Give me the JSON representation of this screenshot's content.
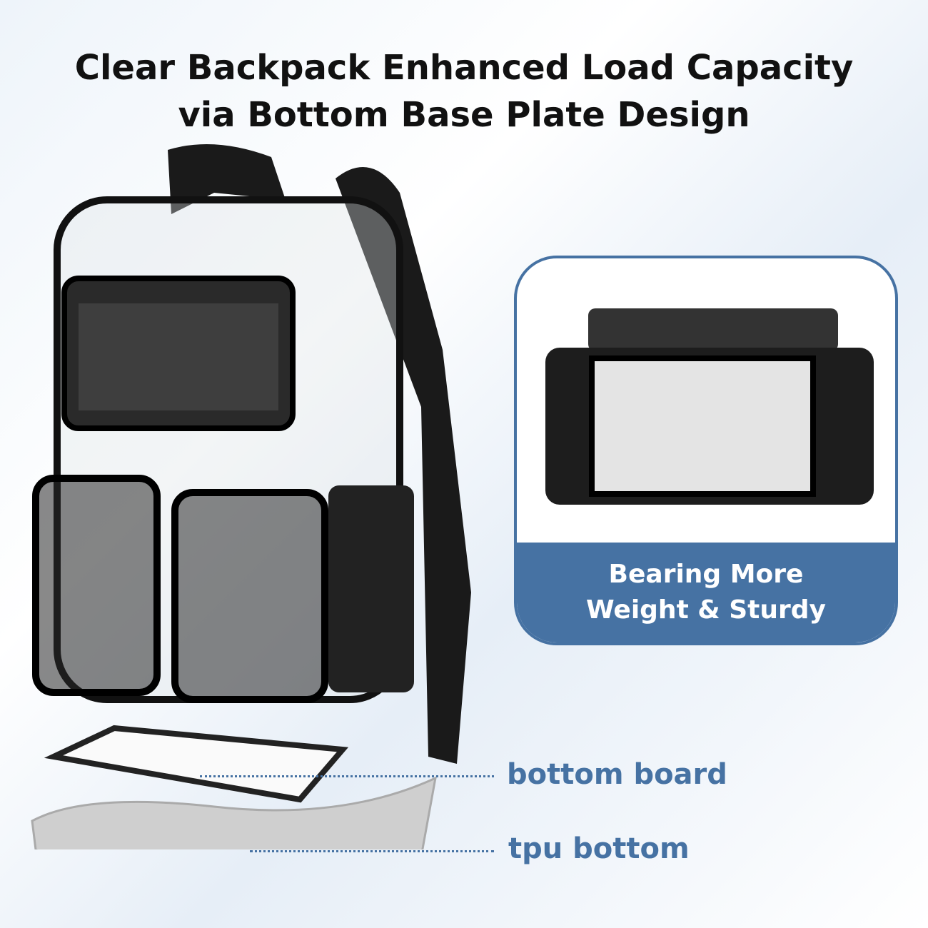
{
  "headline": {
    "line1": "Clear Backpack Enhanced Load Capacity",
    "line2": "via Bottom Base Plate Design"
  },
  "card": {
    "caption_line1": "Bearing More",
    "caption_line2": "Weight & Sturdy"
  },
  "callouts": {
    "bottom_board": "bottom board",
    "tpu_bottom": "tpu bottom"
  },
  "colors": {
    "accent": "#4672a3",
    "strap": "#111111"
  }
}
